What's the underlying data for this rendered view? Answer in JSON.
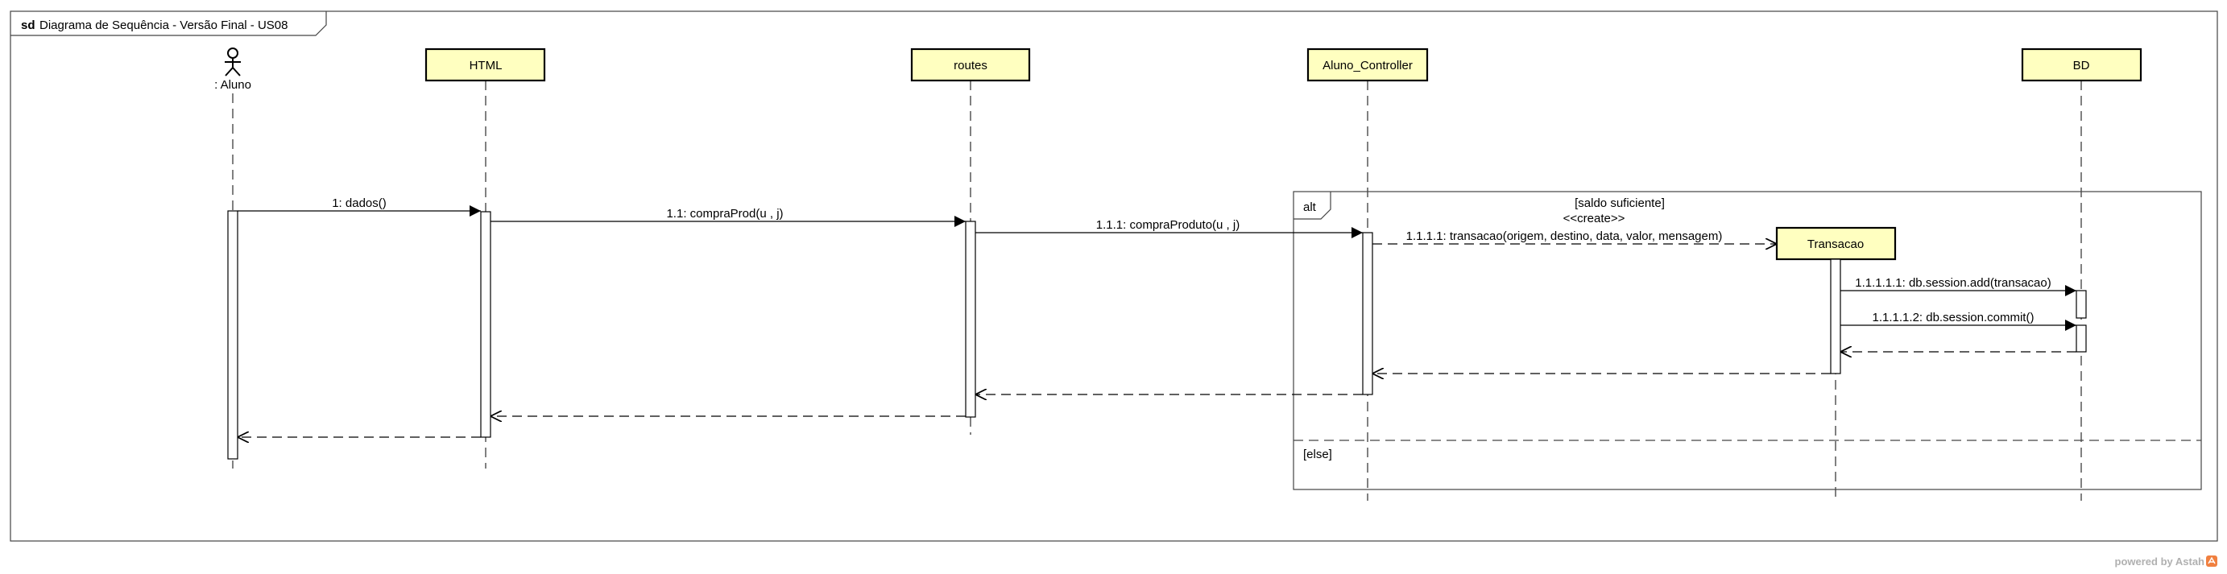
{
  "frame": {
    "keyword": "sd",
    "title": "Diagrama de Sequência - Versão Final - US08"
  },
  "participants": {
    "aluno": {
      "label": ": Aluno",
      "kind": "actor"
    },
    "html": {
      "label": "HTML"
    },
    "routes": {
      "label": "routes"
    },
    "controller": {
      "label": "Aluno_Controller"
    },
    "bd": {
      "label": "BD"
    },
    "transacao": {
      "label": "Transacao"
    }
  },
  "messages": {
    "m1": "1: dados()",
    "m11": "1.1: compraProd(u , j)",
    "m111": "1.1.1: compraProduto(u , j)",
    "m1111": "1.1.1.1: transacao(origem, destino, data, valor, mensagem)",
    "m11111": "1.1.1.1.1: db.session.add(transacao)",
    "m11112": "1.1.1.1.2: db.session.commit()"
  },
  "stereotype": "<<create>>",
  "fragment": {
    "operator": "alt",
    "guard1": "[saldo suficiente]",
    "guard2": "[else]"
  },
  "watermark": "powered by Astah",
  "colors": {
    "participant_fill": "#ffffc0",
    "line": "#000000",
    "frame_line": "#444444",
    "watermark": "#b0b0b0",
    "logo": "#f08040"
  }
}
